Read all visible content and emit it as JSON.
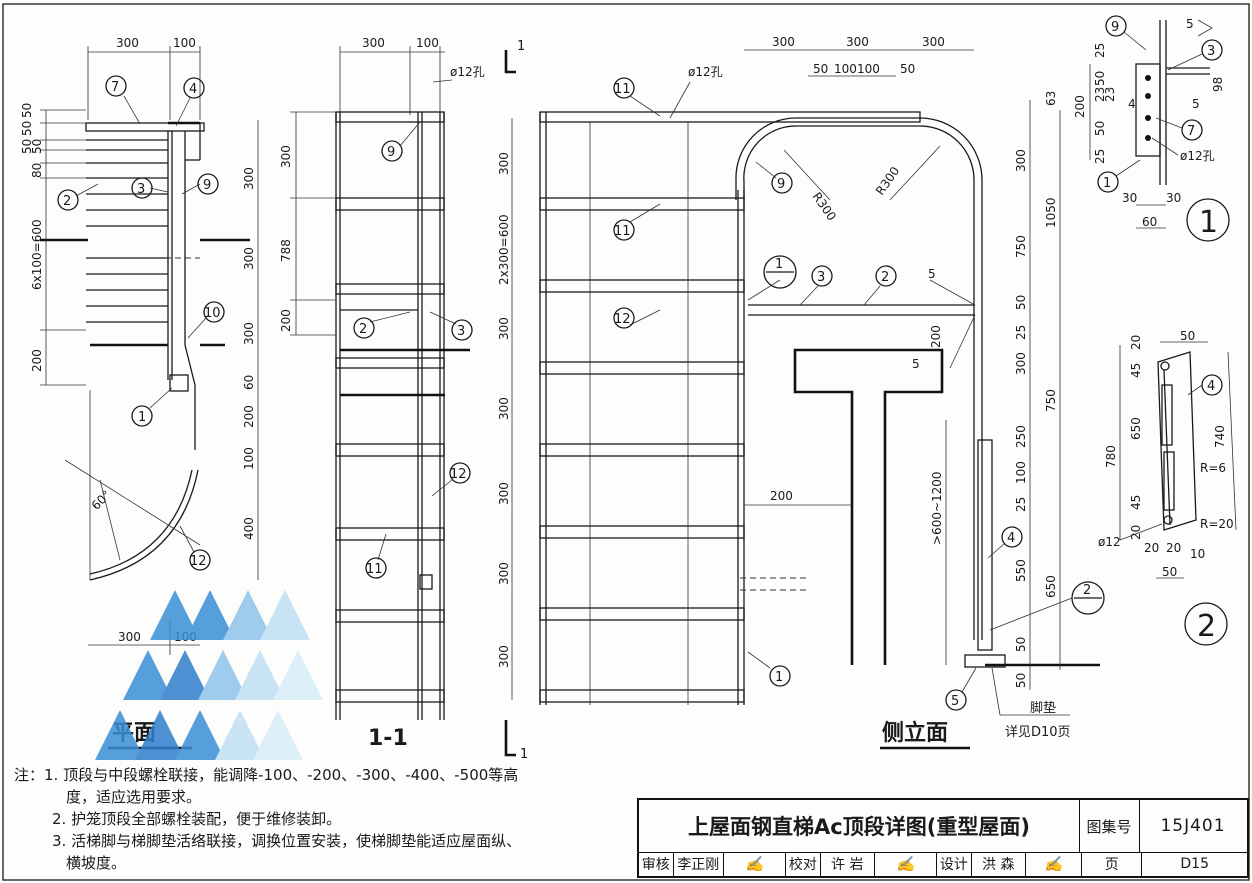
{
  "views": {
    "plan": {
      "caption": "平面"
    },
    "section": {
      "caption": "1-1"
    },
    "elevation": {
      "caption": "侧立面"
    }
  },
  "dims": {
    "plan_top": [
      "300",
      "100"
    ],
    "plan_bottom": [
      "300",
      "100"
    ],
    "plan_left": [
      "50",
      "50",
      "50",
      "50",
      "80",
      "6x100=600",
      "200"
    ],
    "plan_right": [
      "300",
      "300",
      "300",
      "60",
      "200",
      "100",
      "400"
    ],
    "plan_angle": "60°",
    "sec_top": [
      "300",
      "100"
    ],
    "sec_left": [
      "300",
      "788",
      "200"
    ],
    "hole_label": "ø12孔",
    "elev_top_row1": [
      "300",
      "300",
      "300"
    ],
    "elev_top_row2": [
      "50",
      "100",
      "100",
      "50"
    ],
    "elev_left": [
      "300",
      "2x300=600",
      "300",
      "300",
      "300",
      "300"
    ],
    "elev_right": [
      "63",
      "300",
      "1050",
      "750",
      "50",
      "25",
      "300",
      "750",
      "250",
      "100",
      "25",
      "550",
      "650",
      "50",
      "50"
    ],
    "radius": "R300",
    "platform_200": "200",
    "weld_5": "5",
    "range": ">600~1200",
    "det1_dims": [
      "25",
      "200",
      "50",
      "23",
      "23",
      "50",
      "25",
      "30",
      "30",
      "60",
      "98",
      "4"
    ],
    "det2_dims": [
      "50",
      "20",
      "45",
      "780",
      "650",
      "740",
      "45",
      "20",
      "20",
      "20",
      "10",
      "50"
    ],
    "det2_r1": "R=6",
    "det2_r2": "R=20",
    "det2_hole": "ø12"
  },
  "callouts": [
    "1",
    "2",
    "3",
    "4",
    "5",
    "7",
    "9",
    "10",
    "11",
    "12"
  ],
  "section_marks": {
    "cut": "1",
    "det1": "1",
    "det2": "2"
  },
  "foot_pad": {
    "name": "脚垫",
    "ref": "详见D10页"
  },
  "notes": {
    "prefix": "注：",
    "items": [
      "1. 顶段与中段螺栓联接，能调降-100、-200、-300、-400、-500等高",
      "度，适应选用要求。",
      "2. 护笼顶段全部螺栓装配，便于维修装卸。",
      "3. 活梯脚与梯脚垫活络联接，调换位置安装，使梯脚垫能适应屋面纵、",
      "横坡度。"
    ]
  },
  "title_block": {
    "title": "上屋面钢直梯Ac顶段详图(重型屋面)",
    "atlas_label": "图集号",
    "atlas_no": "15J401",
    "review_label": "审核",
    "review_name": "李正刚",
    "check_label": "校对",
    "check_name": "许  岩",
    "design_label": "设计",
    "design_name": "洪  森",
    "page_label": "页",
    "page_no": "D15"
  },
  "watermark_color": "#3a8fd6"
}
